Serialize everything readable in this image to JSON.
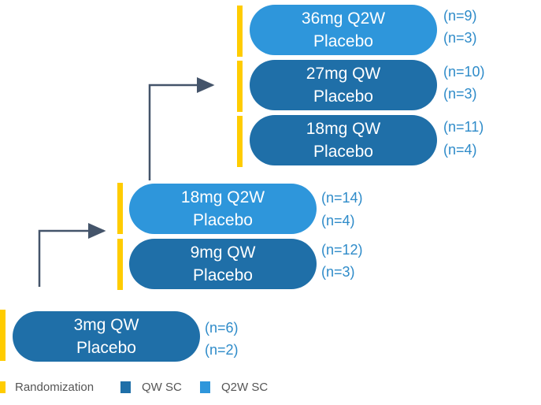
{
  "colors": {
    "randomization": "#FFCC00",
    "qw_sc": "#1F6FA8",
    "q2w_sc": "#2E96DB",
    "arrow": "#44546A",
    "n_text": "#2E8BC9"
  },
  "cohorts": [
    {
      "dose": "36mg Q2W",
      "control": "Placebo",
      "n_dose": "(n=9)",
      "n_placebo": "(n=3)",
      "type": "Q2W SC"
    },
    {
      "dose": "27mg QW",
      "control": "Placebo",
      "n_dose": "(n=10)",
      "n_placebo": "(n=3)",
      "type": "QW SC"
    },
    {
      "dose": "18mg QW",
      "control": "Placebo",
      "n_dose": "(n=11)",
      "n_placebo": "(n=4)",
      "type": "QW SC"
    },
    {
      "dose": "18mg Q2W",
      "control": "Placebo",
      "n_dose": "(n=14)",
      "n_placebo": "(n=4)",
      "type": "Q2W SC"
    },
    {
      "dose": "9mg QW",
      "control": "Placebo",
      "n_dose": "(n=12)",
      "n_placebo": "(n=3)",
      "type": "QW SC"
    },
    {
      "dose": "3mg QW",
      "control": "Placebo",
      "n_dose": "(n=6)",
      "n_placebo": "(n=2)",
      "type": "QW SC"
    }
  ],
  "legend": {
    "randomization": "Randomization",
    "qw": "QW SC",
    "q2w": "Q2W SC"
  }
}
